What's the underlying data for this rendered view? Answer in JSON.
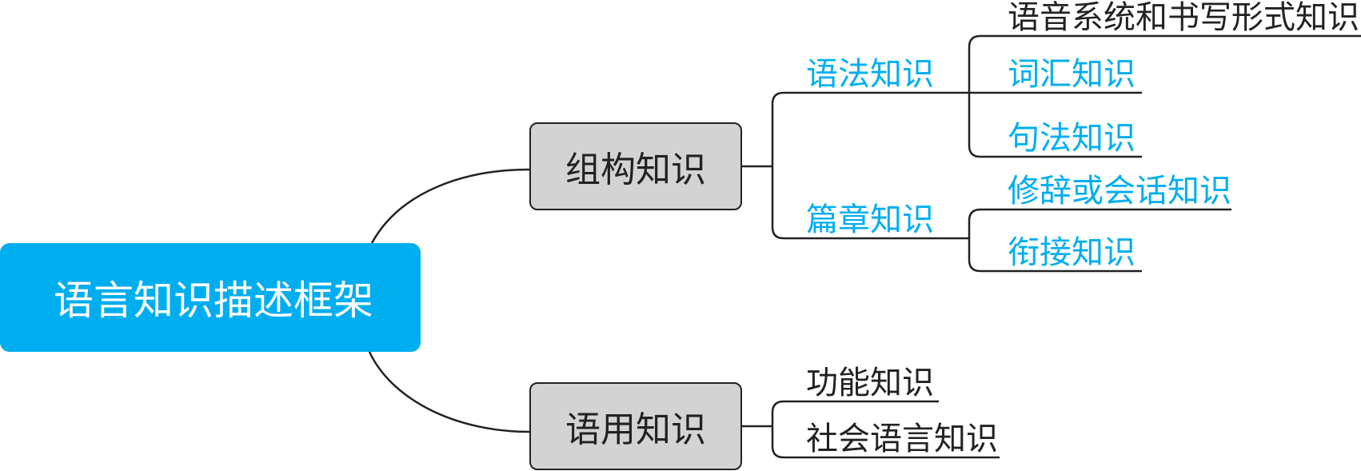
{
  "root": {
    "label": "语言知识描述框架"
  },
  "branches": [
    {
      "label": "组构知识",
      "children": [
        {
          "label": "语法知识",
          "children": [
            "语音系统和书写形式知识",
            "词汇知识",
            "句法知识"
          ]
        },
        {
          "label": "篇章知识",
          "children": [
            "修辞或会话知识",
            "衔接知识"
          ]
        }
      ]
    },
    {
      "label": "语用知识",
      "children": [
        {
          "label": "功能知识"
        },
        {
          "label": "社会语言知识"
        }
      ]
    }
  ],
  "colors": {
    "root_fill": "#00aeef",
    "branch_fill": "#d3d3d3",
    "sub_text_blue": "#00aeef",
    "line": "#222222"
  }
}
